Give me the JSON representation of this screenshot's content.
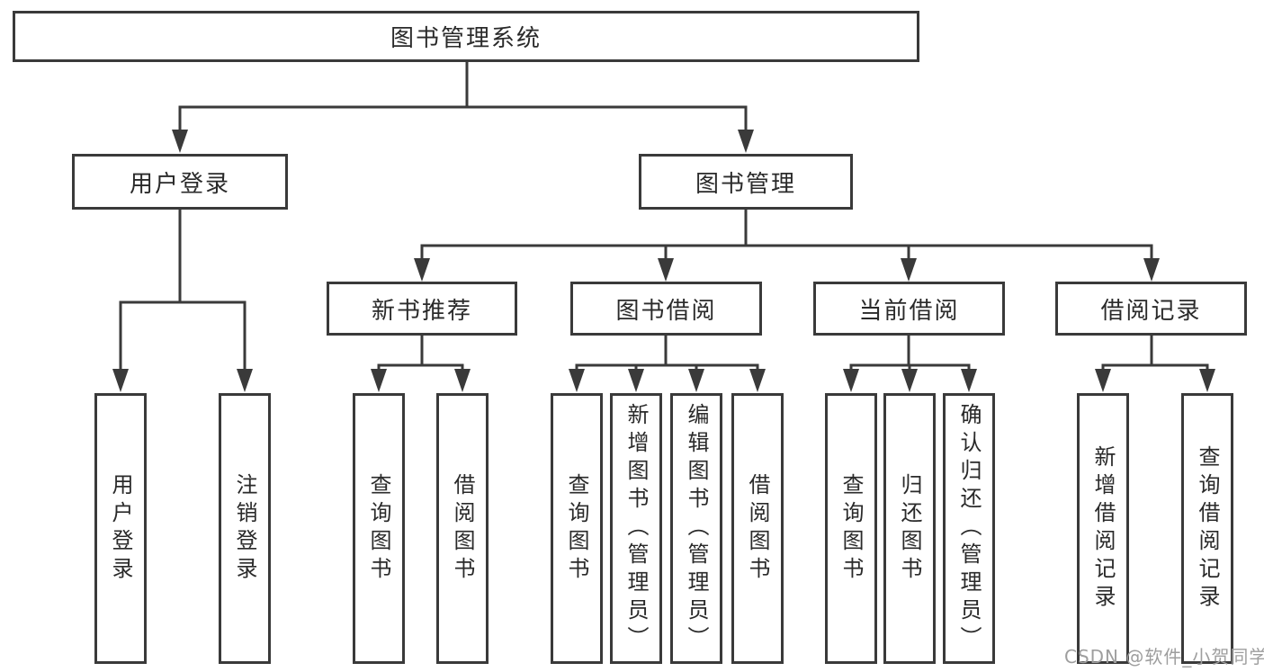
{
  "colors": {
    "background": "#ffffff",
    "line": "#3a3a3a",
    "box_border": "#3a3a3a",
    "text": "#2a2a2a",
    "watermark": "#9e9e9e"
  },
  "watermark": {
    "text": "CSDN @软件_小贺同学"
  },
  "tree": {
    "root": {
      "label": "图书管理系统",
      "children": [
        {
          "label": "用户登录",
          "children": [
            {
              "label": "用户登录"
            },
            {
              "label": "注销登录"
            }
          ]
        },
        {
          "label": "图书管理",
          "children": [
            {
              "label": "新书推荐",
              "children": [
                {
                  "label": "查询图书"
                },
                {
                  "label": "借阅图书"
                }
              ]
            },
            {
              "label": "图书借阅",
              "children": [
                {
                  "label": "查询图书"
                },
                {
                  "label": "新增图书（管理员）"
                },
                {
                  "label": "编辑图书（管理员）"
                },
                {
                  "label": "借阅图书"
                }
              ]
            },
            {
              "label": "当前借阅",
              "children": [
                {
                  "label": "查询图书"
                },
                {
                  "label": "归还图书"
                },
                {
                  "label": "确认归还（管理员）"
                }
              ]
            },
            {
              "label": "借阅记录",
              "children": [
                {
                  "label": "新增借阅记录"
                },
                {
                  "label": "查询借阅记录"
                }
              ]
            }
          ]
        }
      ]
    }
  }
}
